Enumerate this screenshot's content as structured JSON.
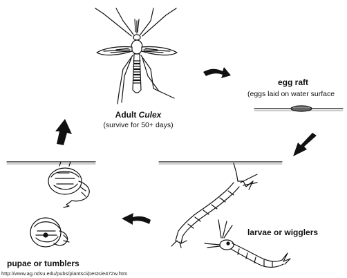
{
  "adult": {
    "label_prefix": "Adult ",
    "label_species": "Culex",
    "note": "(survive for 50+ days)"
  },
  "egg_raft": {
    "label": "egg raft",
    "note": "(eggs laid on water surface"
  },
  "larvae": {
    "label": "larvae or wigglers"
  },
  "pupae": {
    "label": "pupae or tumblers"
  },
  "source_url": "http://www.ag.ndsu.edu/pubs/plantsci/pests/e472w.htm",
  "icons": [
    "mosquito-icon",
    "egg-raft-icon",
    "larva-icon",
    "pupa-icon",
    "cycle-arrow-icon"
  ]
}
